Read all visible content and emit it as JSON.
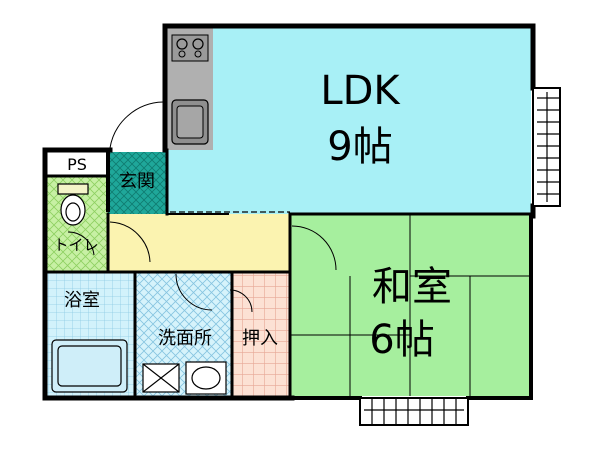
{
  "floorplan": {
    "rooms": {
      "ldk": {
        "name": "LDK",
        "size": "9帖",
        "color": "#a8f0f6"
      },
      "washitsu": {
        "name": "和室",
        "size": "6帖",
        "color": "#a6ef9e"
      },
      "genkan": {
        "name": "玄関",
        "color": "#1fa79a"
      },
      "toilet": {
        "name": "トイレ",
        "color": "#c2ef9a"
      },
      "bath": {
        "name": "浴室",
        "color": "#d2f2fb"
      },
      "washroom": {
        "name": "洗面所",
        "color": "#d2f2fb"
      },
      "closet": {
        "name": "押入",
        "color": "#fbd7c8"
      },
      "ps": {
        "name": "PS",
        "color": "#ffffff"
      },
      "hallway": {
        "color": "#fbf3b0"
      }
    },
    "wall_color": "#000000"
  }
}
